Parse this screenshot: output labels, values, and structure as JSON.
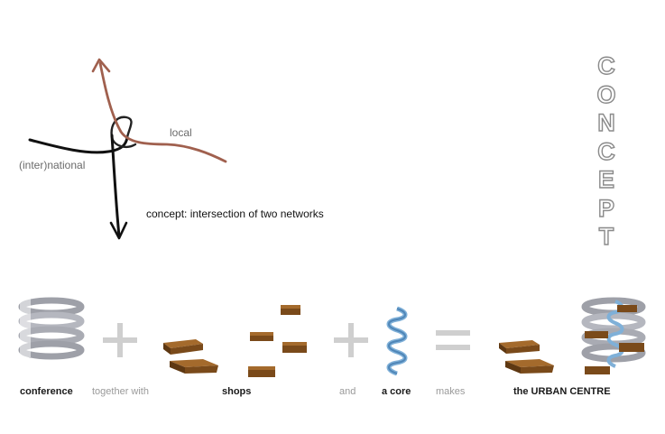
{
  "sketch": {
    "label_local": "local",
    "label_international": "(inter)national",
    "caption": "concept: intersection of two networks"
  },
  "vertical_word": [
    "C",
    "O",
    "N",
    "C",
    "E",
    "P",
    "T"
  ],
  "equation": {
    "conference": "conference",
    "together_with": "together with",
    "shops": "shops",
    "and": "and",
    "a_core": "a core",
    "makes": "makes",
    "urban_centre": "the URBAN CENTRE"
  },
  "colors": {
    "international_line": "#111111",
    "local_line": "#a0604e",
    "spiral_grey": "#a9abb3",
    "core_blue": "#7fb0d8",
    "block_brown": "#8a5520",
    "operator_grey": "#cfcfcf"
  }
}
